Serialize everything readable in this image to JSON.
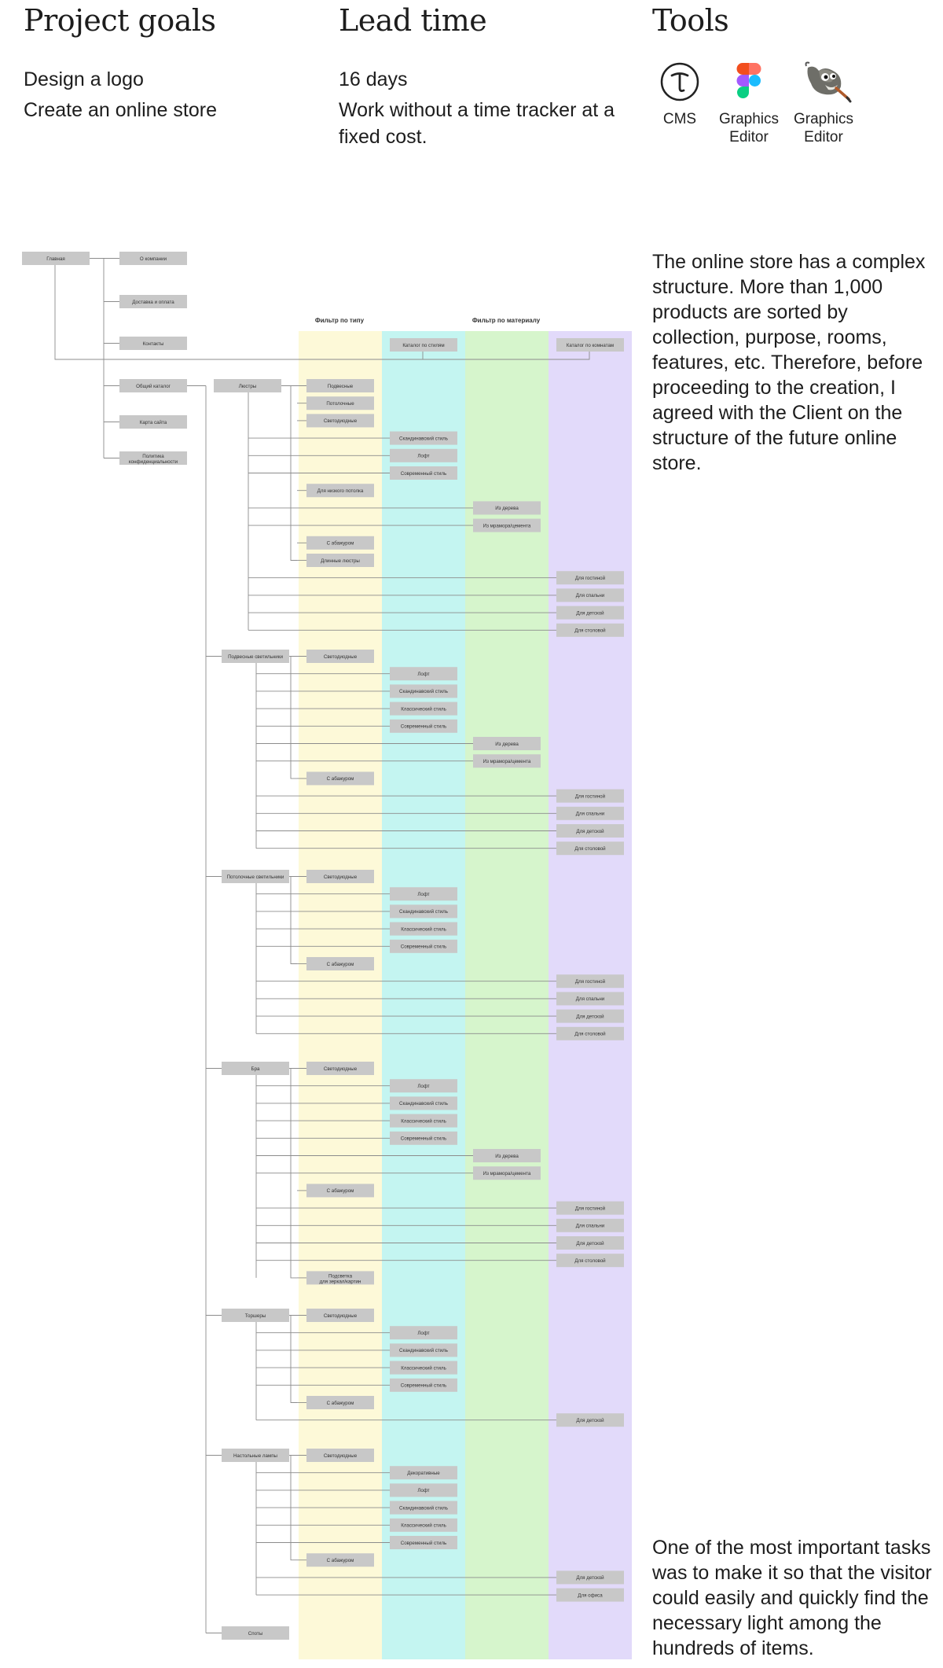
{
  "goals": {
    "heading": "Project goals",
    "items": [
      "Design a logo",
      "Create an online store"
    ]
  },
  "lead_time": {
    "heading": "Lead time",
    "value": "16 days",
    "note": "Work without a time tracker at a fixed cost."
  },
  "tools": {
    "heading": "Tools",
    "items": [
      {
        "label": "CMS",
        "icon": "cms-logo-icon"
      },
      {
        "label": "Graphics Editor",
        "icon": "figma-icon"
      },
      {
        "label": "Graphics Editor",
        "icon": "gimp-icon"
      }
    ]
  },
  "description": {
    "structure": "The online store has a complex structure. More than 1,000 products are sorted by collection, purpose, rooms, features, etc. Therefore, before proceeding to the creation, I agreed with the Client on the structure of the future online store.",
    "task": "One of the most important tasks was to make it so that the visitor could easily and quickly find the necessary light among the hundreds of items."
  },
  "sitemap": {
    "column_headers": {
      "type": "Фильтр по типу",
      "material": "Фильтр по материалу"
    },
    "column_colors": {
      "type": "#fdf9d8",
      "style": "#c4f5f1",
      "material": "#d6f5cc",
      "room": "#e2dafa"
    },
    "box_color": "#c8c8c8",
    "line_color": "#8c8c8c",
    "root": "Главная",
    "top_pages": [
      "О компании",
      "Доставка и оплата",
      "Контакты",
      "Общий каталог",
      "Карта сайта",
      "Политика конфиденциальности"
    ],
    "catalog_by_style": "Каталог по стилям",
    "catalog_by_room": "Каталог по комнатам",
    "categories": [
      {
        "name": "Люстры",
        "children": [
          {
            "col": "type",
            "label": "Подвесные"
          },
          {
            "col": "type",
            "label": "Потолочные"
          },
          {
            "col": "type",
            "label": "Светодиодные"
          },
          {
            "col": "style",
            "label": "Скандинавский стиль"
          },
          {
            "col": "style",
            "label": "Лофт"
          },
          {
            "col": "style",
            "label": "Современный стиль"
          },
          {
            "col": "type",
            "label": "Для низкого потолка"
          },
          {
            "col": "material",
            "label": "Из дерева"
          },
          {
            "col": "material",
            "label": "Из мрамора/цемента"
          },
          {
            "col": "type",
            "label": "С абажуром"
          },
          {
            "col": "type",
            "label": "Длинные люстры"
          },
          {
            "col": "room",
            "label": "Для гостиной"
          },
          {
            "col": "room",
            "label": "Для спальни"
          },
          {
            "col": "room",
            "label": "Для детской"
          },
          {
            "col": "room",
            "label": "Для столовой"
          }
        ]
      },
      {
        "name": "Подвесные светильники",
        "children": [
          {
            "col": "type",
            "label": "Светодиодные"
          },
          {
            "col": "style",
            "label": "Лофт"
          },
          {
            "col": "style",
            "label": "Скандинавский стиль"
          },
          {
            "col": "style",
            "label": "Классический стиль"
          },
          {
            "col": "style",
            "label": "Современный стиль"
          },
          {
            "col": "material",
            "label": "Из дерева"
          },
          {
            "col": "material",
            "label": "Из мрамора/цемента"
          },
          {
            "col": "type",
            "label": "С абажуром"
          },
          {
            "col": "room",
            "label": "Для гостиной"
          },
          {
            "col": "room",
            "label": "Для спальни"
          },
          {
            "col": "room",
            "label": "Для детской"
          },
          {
            "col": "room",
            "label": "Для столовой"
          }
        ]
      },
      {
        "name": "Потолочные светильники",
        "children": [
          {
            "col": "type",
            "label": "Светодиодные"
          },
          {
            "col": "style",
            "label": "Лофт"
          },
          {
            "col": "style",
            "label": "Скандинавский стиль"
          },
          {
            "col": "style",
            "label": "Классический стиль"
          },
          {
            "col": "style",
            "label": "Современный стиль"
          },
          {
            "col": "type",
            "label": "С абажуром"
          },
          {
            "col": "room",
            "label": "Для гостиной"
          },
          {
            "col": "room",
            "label": "Для спальни"
          },
          {
            "col": "room",
            "label": "Для детской"
          },
          {
            "col": "room",
            "label": "Для столовой"
          }
        ]
      },
      {
        "name": "Бра",
        "children": [
          {
            "col": "type",
            "label": "Светодиодные"
          },
          {
            "col": "style",
            "label": "Лофт"
          },
          {
            "col": "style",
            "label": "Скандинавский стиль"
          },
          {
            "col": "style",
            "label": "Классический стиль"
          },
          {
            "col": "style",
            "label": "Современный стиль"
          },
          {
            "col": "material",
            "label": "Из дерева"
          },
          {
            "col": "material",
            "label": "Из мрамора/цемента"
          },
          {
            "col": "type",
            "label": "С абажуром"
          },
          {
            "col": "room",
            "label": "Для гостиной"
          },
          {
            "col": "room",
            "label": "Для спальни"
          },
          {
            "col": "room",
            "label": "Для детской"
          },
          {
            "col": "room",
            "label": "Для столовой"
          },
          {
            "col": "type",
            "label": "Подсветка для зеркал/картин"
          }
        ]
      },
      {
        "name": "Торшеры",
        "children": [
          {
            "col": "type",
            "label": "Светодиодные"
          },
          {
            "col": "style",
            "label": "Лофт"
          },
          {
            "col": "style",
            "label": "Скандинавский стиль"
          },
          {
            "col": "style",
            "label": "Классический стиль"
          },
          {
            "col": "style",
            "label": "Современный стиль"
          },
          {
            "col": "type",
            "label": "С абажуром"
          },
          {
            "col": "room",
            "label": "Для детской"
          }
        ]
      },
      {
        "name": "Настольные лампы",
        "children": [
          {
            "col": "type",
            "label": "Светодиодные"
          },
          {
            "col": "style",
            "label": "Декоративные"
          },
          {
            "col": "style",
            "label": "Лофт"
          },
          {
            "col": "style",
            "label": "Скандинавский стиль"
          },
          {
            "col": "style",
            "label": "Классический стиль"
          },
          {
            "col": "style",
            "label": "Современный стиль"
          },
          {
            "col": "type",
            "label": "С абажуром"
          },
          {
            "col": "room",
            "label": "Для детской"
          },
          {
            "col": "room",
            "label": "Для офиса"
          }
        ]
      },
      {
        "name": "Споты",
        "children": []
      }
    ]
  }
}
